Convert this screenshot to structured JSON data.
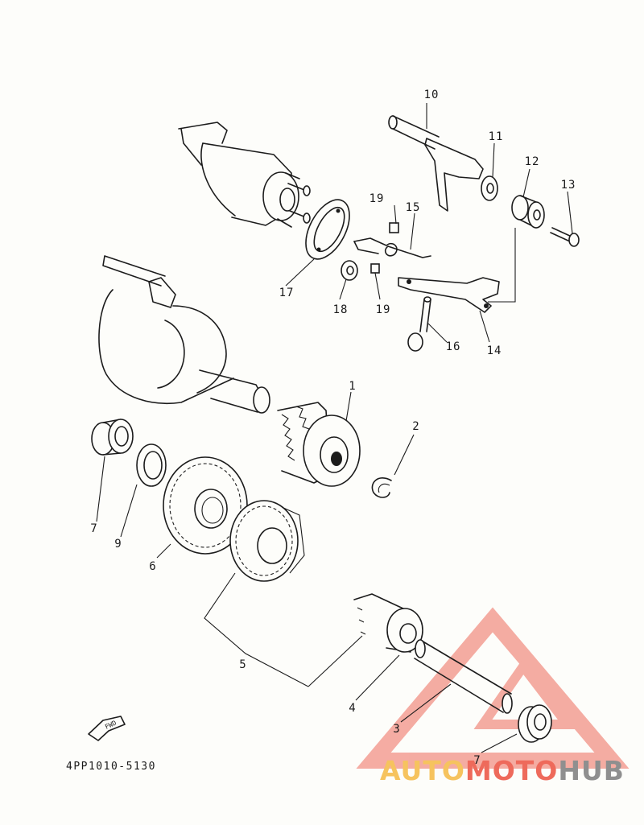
{
  "diagram": {
    "drawing_code": "4PP1010-5130",
    "fwd_mark": "FWD",
    "callouts": [
      {
        "id": "c1",
        "text": "1"
      },
      {
        "id": "c2",
        "text": "2"
      },
      {
        "id": "c3",
        "text": "3"
      },
      {
        "id": "c4",
        "text": "4"
      },
      {
        "id": "c5",
        "text": "5"
      },
      {
        "id": "c6",
        "text": "6"
      },
      {
        "id": "c7a",
        "text": "7"
      },
      {
        "id": "c7b",
        "text": "7"
      },
      {
        "id": "c9",
        "text": "9"
      },
      {
        "id": "c10",
        "text": "10"
      },
      {
        "id": "c11",
        "text": "11"
      },
      {
        "id": "c12",
        "text": "12"
      },
      {
        "id": "c13",
        "text": "13"
      },
      {
        "id": "c14",
        "text": "14"
      },
      {
        "id": "c15",
        "text": "15"
      },
      {
        "id": "c16",
        "text": "16"
      },
      {
        "id": "c17",
        "text": "17"
      },
      {
        "id": "c18",
        "text": "18"
      },
      {
        "id": "c19a",
        "text": "19"
      },
      {
        "id": "c19b",
        "text": "19"
      }
    ]
  },
  "watermark": {
    "part1": "AUTO",
    "part2": "MOTO",
    "part3": "HUB",
    "colors": {
      "part1": "#f6c35e",
      "part2": "#ee6a5b",
      "part3": "#8f8f8f",
      "triangle": "#ee6a5b"
    }
  }
}
